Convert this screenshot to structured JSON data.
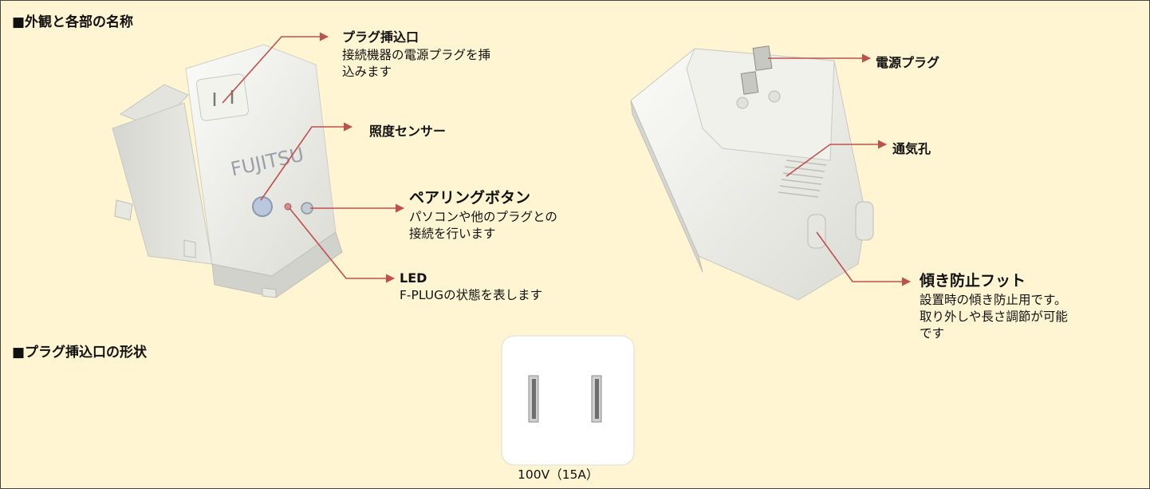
{
  "sections": {
    "overview_title": "■外観と各部の名称",
    "outlet_shape_title": "■プラグ挿込口の形状"
  },
  "callouts": {
    "plug_outlet": {
      "title": "プラグ挿込口",
      "desc_line1": "接続機器の電源プラグを挿",
      "desc_line2": "込みます"
    },
    "light_sensor": {
      "title": "照度センサー"
    },
    "pairing_button": {
      "title": "ペアリングボタン",
      "desc_line1": "パソコンや他のプラグとの",
      "desc_line2": "接続を行います"
    },
    "led": {
      "title": "LED",
      "desc_line1": "F-PLUGの状態を表します"
    },
    "power_plug": {
      "title": "電源プラグ"
    },
    "vent": {
      "title": "通気孔"
    },
    "tilt_foot": {
      "title": "傾き防止フット",
      "desc_line1": "設置時の傾き防止用です。",
      "desc_line2": "取り外しや長さ調節が可能",
      "desc_line3": "です"
    }
  },
  "socket": {
    "rating": "100V（15A）"
  },
  "device_logo": "FUJITSU",
  "colors": {
    "background": "#fff5d2",
    "arrow": "#c0504d",
    "border": "#444444"
  }
}
